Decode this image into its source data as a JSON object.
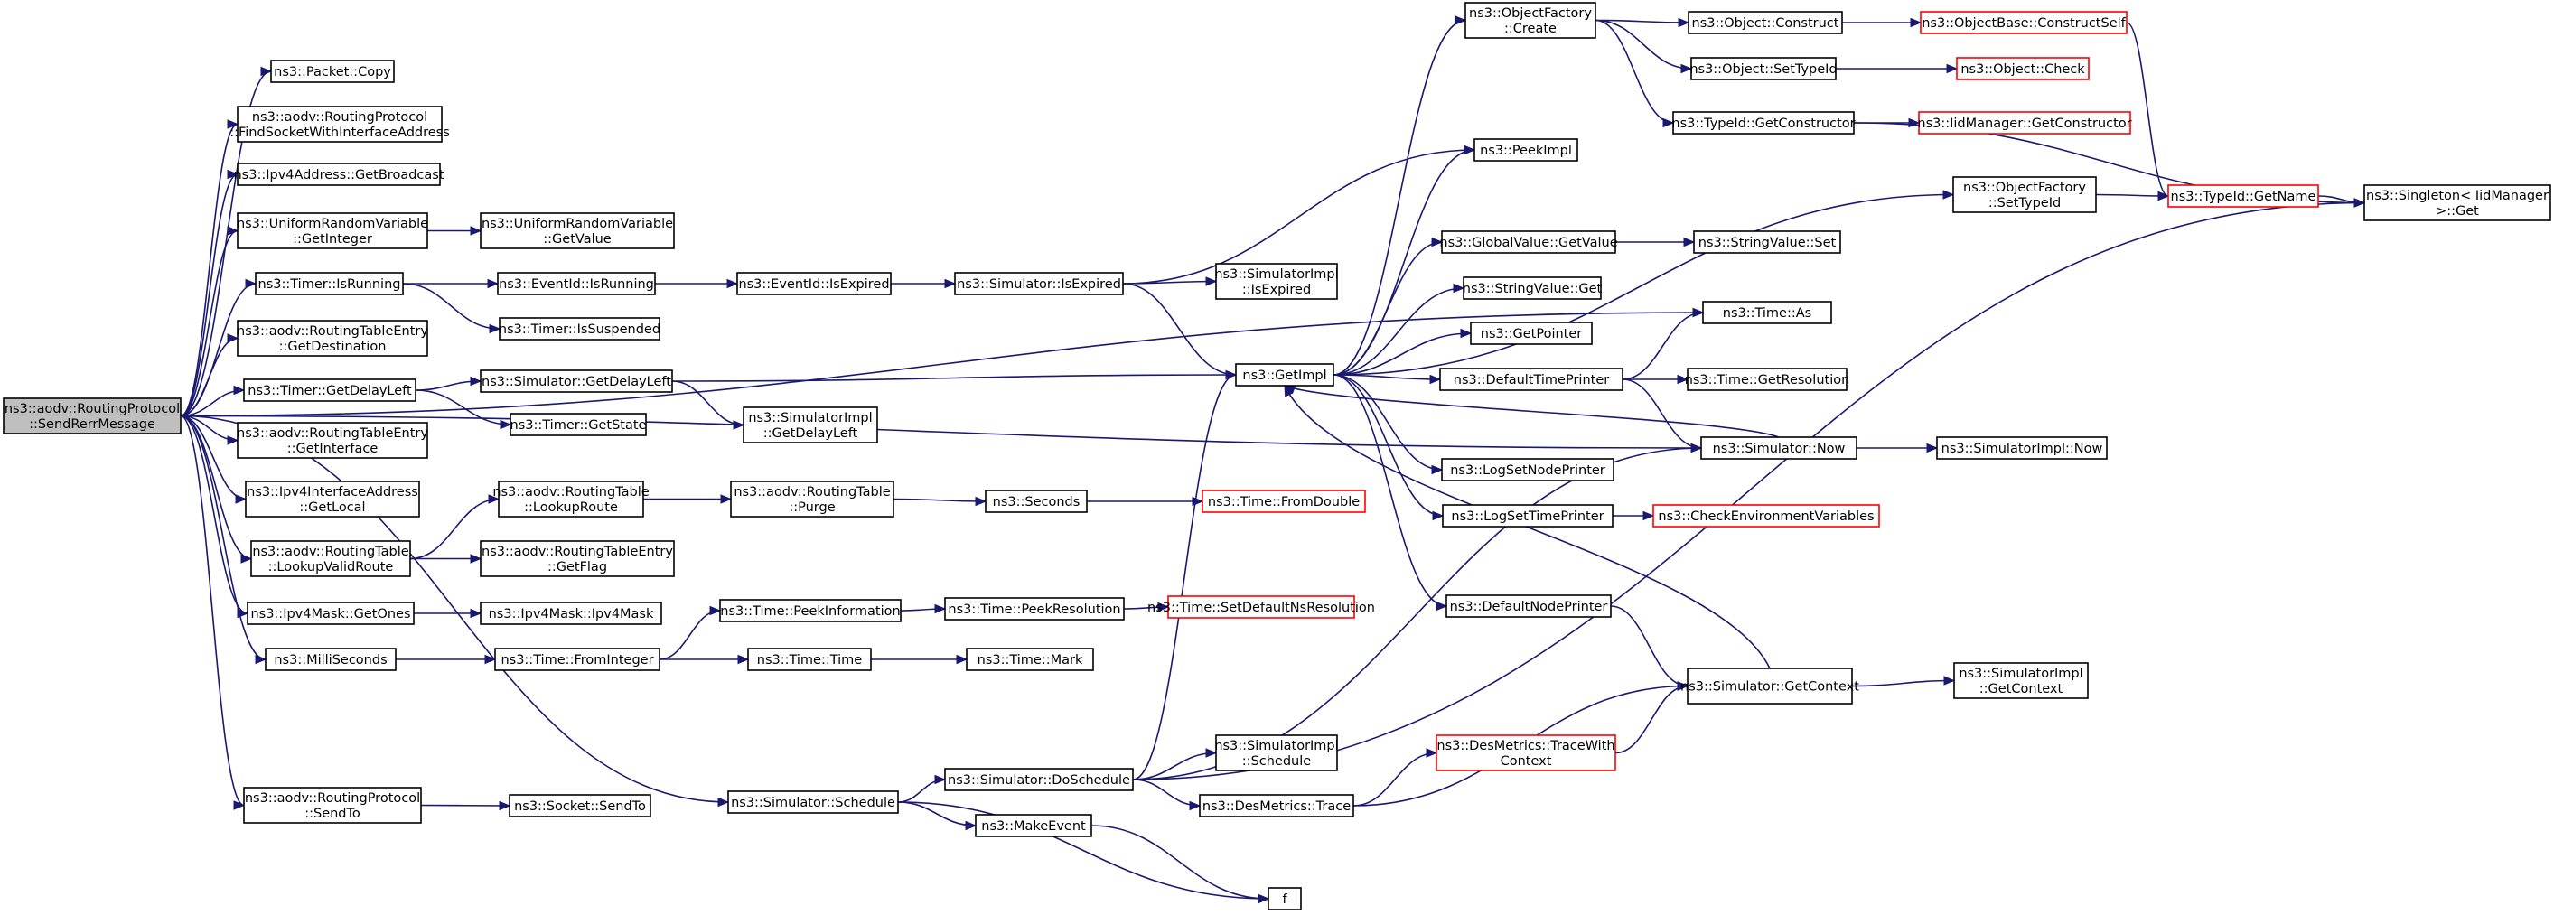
{
  "nodes": [
    {
      "id": "root",
      "lines": [
        "ns3::aodv::RoutingProtocol",
        "::SendRerrMessage"
      ],
      "style": "root"
    },
    {
      "id": "pkt_copy",
      "lines": [
        "ns3::Packet::Copy"
      ],
      "style": "normal"
    },
    {
      "id": "find_sock",
      "lines": [
        "ns3::aodv::RoutingProtocol",
        "::FindSocketWithInterfaceAddress"
      ],
      "style": "normal"
    },
    {
      "id": "ipv4_bcast",
      "lines": [
        "ns3::Ipv4Address::GetBroadcast"
      ],
      "style": "normal"
    },
    {
      "id": "urv_int",
      "lines": [
        "ns3::UniformRandomVariable",
        "::GetInteger"
      ],
      "style": "normal"
    },
    {
      "id": "urv_val",
      "lines": [
        "ns3::UniformRandomVariable",
        "::GetValue"
      ],
      "style": "normal"
    },
    {
      "id": "timer_run",
      "lines": [
        "ns3::Timer::IsRunning"
      ],
      "style": "normal"
    },
    {
      "id": "evid_run",
      "lines": [
        "ns3::EventId::IsRunning"
      ],
      "style": "normal"
    },
    {
      "id": "evid_exp",
      "lines": [
        "ns3::EventId::IsExpired"
      ],
      "style": "normal"
    },
    {
      "id": "sim_exp",
      "lines": [
        "ns3::Simulator::IsExpired"
      ],
      "style": "normal"
    },
    {
      "id": "simimpl_exp",
      "lines": [
        "ns3::SimulatorImpl",
        "::IsExpired"
      ],
      "style": "normal"
    },
    {
      "id": "timer_susp",
      "lines": [
        "ns3::Timer::IsSuspended"
      ],
      "style": "normal"
    },
    {
      "id": "rte_dest",
      "lines": [
        "ns3::aodv::RoutingTableEntry",
        "::GetDestination"
      ],
      "style": "normal"
    },
    {
      "id": "timer_delay",
      "lines": [
        "ns3::Timer::GetDelayLeft"
      ],
      "style": "normal"
    },
    {
      "id": "sim_delay",
      "lines": [
        "ns3::Simulator::GetDelayLeft"
      ],
      "style": "normal"
    },
    {
      "id": "simimpl_delay",
      "lines": [
        "ns3::SimulatorImpl",
        "::GetDelayLeft"
      ],
      "style": "normal"
    },
    {
      "id": "timer_state",
      "lines": [
        "ns3::Timer::GetState"
      ],
      "style": "normal"
    },
    {
      "id": "rte_iface",
      "lines": [
        "ns3::aodv::RoutingTableEntry",
        "::GetInterface"
      ],
      "style": "normal"
    },
    {
      "id": "ipv4if_local",
      "lines": [
        "ns3::Ipv4InterfaceAddress",
        "::GetLocal"
      ],
      "style": "normal"
    },
    {
      "id": "rt_lookvalid",
      "lines": [
        "ns3::aodv::RoutingTable",
        "::LookupValidRoute"
      ],
      "style": "normal"
    },
    {
      "id": "rt_lookroute",
      "lines": [
        "ns3::aodv::RoutingTable",
        "::LookupRoute"
      ],
      "style": "normal"
    },
    {
      "id": "rt_purge",
      "lines": [
        "ns3::aodv::RoutingTable",
        "::Purge"
      ],
      "style": "normal"
    },
    {
      "id": "seconds",
      "lines": [
        "ns3::Seconds"
      ],
      "style": "normal"
    },
    {
      "id": "time_fromdouble",
      "lines": [
        "ns3::Time::FromDouble"
      ],
      "style": "red"
    },
    {
      "id": "rte_flag",
      "lines": [
        "ns3::aodv::RoutingTableEntry",
        "::GetFlag"
      ],
      "style": "normal"
    },
    {
      "id": "mask_ones",
      "lines": [
        "ns3::Ipv4Mask::GetOnes"
      ],
      "style": "normal"
    },
    {
      "id": "mask_ctor",
      "lines": [
        "ns3::Ipv4Mask::Ipv4Mask"
      ],
      "style": "normal"
    },
    {
      "id": "milli",
      "lines": [
        "ns3::MilliSeconds"
      ],
      "style": "normal"
    },
    {
      "id": "time_fromint",
      "lines": [
        "ns3::Time::FromInteger"
      ],
      "style": "normal"
    },
    {
      "id": "time_peekinfo",
      "lines": [
        "ns3::Time::PeekInformation"
      ],
      "style": "normal"
    },
    {
      "id": "time_peekres",
      "lines": [
        "ns3::Time::PeekResolution"
      ],
      "style": "normal"
    },
    {
      "id": "time_setdef",
      "lines": [
        "ns3::Time::SetDefaultNsResolution"
      ],
      "style": "red"
    },
    {
      "id": "time_time",
      "lines": [
        "ns3::Time::Time"
      ],
      "style": "normal"
    },
    {
      "id": "time_mark",
      "lines": [
        "ns3::Time::Mark"
      ],
      "style": "normal"
    },
    {
      "id": "rp_sendto",
      "lines": [
        "ns3::aodv::RoutingProtocol",
        "::SendTo"
      ],
      "style": "normal"
    },
    {
      "id": "sock_sendto",
      "lines": [
        "ns3::Socket::SendTo"
      ],
      "style": "normal"
    },
    {
      "id": "sim_sched",
      "lines": [
        "ns3::Simulator::Schedule"
      ],
      "style": "normal"
    },
    {
      "id": "sim_dosched",
      "lines": [
        "ns3::Simulator::DoSchedule"
      ],
      "style": "normal"
    },
    {
      "id": "simimpl_sched",
      "lines": [
        "ns3::SimulatorImpl",
        "::Schedule"
      ],
      "style": "normal"
    },
    {
      "id": "des_trace",
      "lines": [
        "ns3::DesMetrics::Trace"
      ],
      "style": "normal"
    },
    {
      "id": "des_tracectx",
      "lines": [
        "ns3::DesMetrics::TraceWith",
        "Context"
      ],
      "style": "red"
    },
    {
      "id": "make_event",
      "lines": [
        "ns3::MakeEvent"
      ],
      "style": "normal"
    },
    {
      "id": "f",
      "lines": [
        "f"
      ],
      "style": "normal"
    },
    {
      "id": "getimpl",
      "lines": [
        "ns3::GetImpl"
      ],
      "style": "normal"
    },
    {
      "id": "of_create",
      "lines": [
        "ns3::ObjectFactory",
        "::Create"
      ],
      "style": "normal"
    },
    {
      "id": "obj_construct",
      "lines": [
        "ns3::Object::Construct"
      ],
      "style": "normal"
    },
    {
      "id": "objbase_cs",
      "lines": [
        "ns3::ObjectBase::ConstructSelf"
      ],
      "style": "red"
    },
    {
      "id": "obj_settid",
      "lines": [
        "ns3::Object::SetTypeId"
      ],
      "style": "normal"
    },
    {
      "id": "obj_check",
      "lines": [
        "ns3::Object::Check"
      ],
      "style": "red"
    },
    {
      "id": "tid_getctor",
      "lines": [
        "ns3::TypeId::GetConstructor"
      ],
      "style": "normal"
    },
    {
      "id": "iid_getctor",
      "lines": [
        "ns3::IidManager::GetConstructor"
      ],
      "style": "red"
    },
    {
      "id": "peekimpl",
      "lines": [
        "ns3::PeekImpl"
      ],
      "style": "normal"
    },
    {
      "id": "of_settid",
      "lines": [
        "ns3::ObjectFactory",
        "::SetTypeId"
      ],
      "style": "normal"
    },
    {
      "id": "tid_getname",
      "lines": [
        "ns3::TypeId::GetName"
      ],
      "style": "red"
    },
    {
      "id": "singleton_get",
      "lines": [
        "ns3::Singleton< IidManager",
        ">::Get"
      ],
      "style": "normal"
    },
    {
      "id": "gv_getvalue",
      "lines": [
        "ns3::GlobalValue::GetValue"
      ],
      "style": "normal"
    },
    {
      "id": "sv_set",
      "lines": [
        "ns3::StringValue::Set"
      ],
      "style": "normal"
    },
    {
      "id": "sv_get",
      "lines": [
        "ns3::StringValue::Get"
      ],
      "style": "normal"
    },
    {
      "id": "time_as",
      "lines": [
        "ns3::Time::As"
      ],
      "style": "normal"
    },
    {
      "id": "getpointer",
      "lines": [
        "ns3::GetPointer"
      ],
      "style": "normal"
    },
    {
      "id": "dtp",
      "lines": [
        "ns3::DefaultTimePrinter"
      ],
      "style": "normal"
    },
    {
      "id": "time_getres",
      "lines": [
        "ns3::Time::GetResolution"
      ],
      "style": "normal"
    },
    {
      "id": "sim_now",
      "lines": [
        "ns3::Simulator::Now"
      ],
      "style": "normal"
    },
    {
      "id": "simimpl_now",
      "lines": [
        "ns3::SimulatorImpl::Now"
      ],
      "style": "normal"
    },
    {
      "id": "lsnp",
      "lines": [
        "ns3::LogSetNodePrinter"
      ],
      "style": "normal"
    },
    {
      "id": "lstp",
      "lines": [
        "ns3::LogSetTimePrinter"
      ],
      "style": "normal"
    },
    {
      "id": "checkenv",
      "lines": [
        "ns3::CheckEnvironmentVariables"
      ],
      "style": "red"
    },
    {
      "id": "dnp",
      "lines": [
        "ns3::DefaultNodePrinter"
      ],
      "style": "normal"
    },
    {
      "id": "sim_getctx",
      "lines": [
        "ns3::Simulator::GetContext"
      ],
      "style": "normal"
    },
    {
      "id": "simimpl_getctx",
      "lines": [
        "ns3::SimulatorImpl",
        "::GetContext"
      ],
      "style": "normal"
    }
  ],
  "edges": [
    [
      "root",
      "pkt_copy"
    ],
    [
      "root",
      "find_sock"
    ],
    [
      "root",
      "ipv4_bcast"
    ],
    [
      "root",
      "urv_int"
    ],
    [
      "root",
      "timer_run"
    ],
    [
      "root",
      "rte_dest"
    ],
    [
      "root",
      "timer_delay"
    ],
    [
      "root",
      "rte_iface"
    ],
    [
      "root",
      "ipv4if_local"
    ],
    [
      "root",
      "rt_lookvalid"
    ],
    [
      "root",
      "mask_ones"
    ],
    [
      "root",
      "milli"
    ],
    [
      "root",
      "rp_sendto"
    ],
    [
      "root",
      "sim_sched"
    ],
    [
      "root",
      "time_as"
    ],
    [
      "root",
      "sim_now"
    ],
    [
      "urv_int",
      "urv_val"
    ],
    [
      "timer_run",
      "evid_run"
    ],
    [
      "timer_run",
      "timer_susp"
    ],
    [
      "evid_run",
      "evid_exp"
    ],
    [
      "evid_exp",
      "sim_exp"
    ],
    [
      "sim_exp",
      "simimpl_exp"
    ],
    [
      "sim_exp",
      "getimpl"
    ],
    [
      "sim_exp",
      "peekimpl"
    ],
    [
      "timer_delay",
      "sim_delay"
    ],
    [
      "timer_delay",
      "timer_state"
    ],
    [
      "sim_delay",
      "simimpl_delay"
    ],
    [
      "sim_delay",
      "getimpl"
    ],
    [
      "rt_lookvalid",
      "rt_lookroute"
    ],
    [
      "rt_lookvalid",
      "rte_flag"
    ],
    [
      "rt_lookroute",
      "rt_purge"
    ],
    [
      "rt_purge",
      "seconds"
    ],
    [
      "seconds",
      "time_fromdouble"
    ],
    [
      "mask_ones",
      "mask_ctor"
    ],
    [
      "milli",
      "time_fromint"
    ],
    [
      "time_fromint",
      "time_peekinfo"
    ],
    [
      "time_fromint",
      "time_time"
    ],
    [
      "time_peekinfo",
      "time_peekres"
    ],
    [
      "time_peekres",
      "time_setdef"
    ],
    [
      "time_time",
      "time_mark"
    ],
    [
      "rp_sendto",
      "sock_sendto"
    ],
    [
      "sim_sched",
      "sim_dosched"
    ],
    [
      "sim_sched",
      "make_event"
    ],
    [
      "sim_sched",
      "f"
    ],
    [
      "make_event",
      "f"
    ],
    [
      "sim_dosched",
      "simimpl_sched"
    ],
    [
      "sim_dosched",
      "des_trace"
    ],
    [
      "sim_dosched",
      "getimpl"
    ],
    [
      "sim_dosched",
      "sim_now"
    ],
    [
      "sim_dosched",
      "singleton_get"
    ],
    [
      "des_trace",
      "des_tracectx"
    ],
    [
      "des_trace",
      "sim_getctx"
    ],
    [
      "des_tracectx",
      "sim_getctx"
    ],
    [
      "getimpl",
      "of_create"
    ],
    [
      "getimpl",
      "peekimpl"
    ],
    [
      "getimpl",
      "of_settid"
    ],
    [
      "getimpl",
      "gv_getvalue"
    ],
    [
      "getimpl",
      "sv_get"
    ],
    [
      "getimpl",
      "getpointer"
    ],
    [
      "getimpl",
      "dtp"
    ],
    [
      "getimpl",
      "lsnp"
    ],
    [
      "getimpl",
      "lstp"
    ],
    [
      "getimpl",
      "dnp"
    ],
    [
      "of_create",
      "obj_construct"
    ],
    [
      "of_create",
      "obj_settid"
    ],
    [
      "of_create",
      "tid_getctor"
    ],
    [
      "obj_construct",
      "objbase_cs"
    ],
    [
      "obj_settid",
      "obj_check"
    ],
    [
      "tid_getctor",
      "iid_getctor"
    ],
    [
      "tid_getctor",
      "singleton_get"
    ],
    [
      "objbase_cs",
      "tid_getname"
    ],
    [
      "of_settid",
      "tid_getname"
    ],
    [
      "tid_getname",
      "singleton_get"
    ],
    [
      "gv_getvalue",
      "sv_set"
    ],
    [
      "dtp",
      "time_as"
    ],
    [
      "dtp",
      "time_getres"
    ],
    [
      "dtp",
      "sim_now"
    ],
    [
      "sim_now",
      "getimpl"
    ],
    [
      "sim_now",
      "simimpl_now"
    ],
    [
      "lstp",
      "checkenv"
    ],
    [
      "dnp",
      "sim_getctx"
    ],
    [
      "sim_getctx",
      "getimpl"
    ],
    [
      "sim_getctx",
      "simimpl_getctx"
    ]
  ]
}
